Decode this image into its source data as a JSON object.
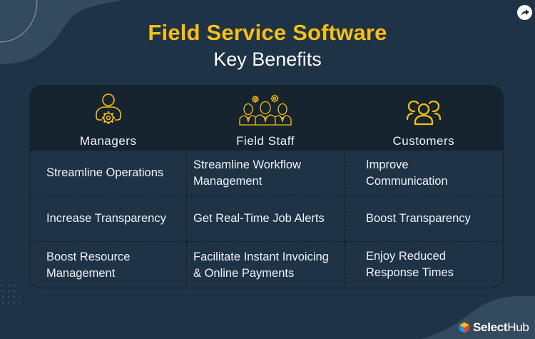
{
  "header": {
    "title": "Field Service Software",
    "subtitle": "Key Benefits"
  },
  "colors": {
    "background": "#1f3347",
    "accent": "#fbbf12",
    "header_band": "#162430",
    "text": "#eef2f6"
  },
  "columns": [
    {
      "label": "Managers",
      "icon": "manager-gear-icon"
    },
    {
      "label": "Field Staff",
      "icon": "field-staff-icon"
    },
    {
      "label": "Customers",
      "icon": "customers-group-icon"
    }
  ],
  "rows": [
    [
      "Streamline Operations",
      "Streamline Workflow\nManagement",
      "Improve\nCommunication"
    ],
    [
      "Increase Transparency",
      "Get Real-Time Job Alerts",
      "Boost Transparency"
    ],
    [
      "Boost Resource\nManagement",
      "Facilitate Instant Invoicing\n& Online Payments",
      "Enjoy Reduced\nResponse Times"
    ]
  ],
  "share_button": {
    "icon": "share-arrow-icon"
  },
  "brand": {
    "bold": "Select",
    "light": "Hub"
  }
}
